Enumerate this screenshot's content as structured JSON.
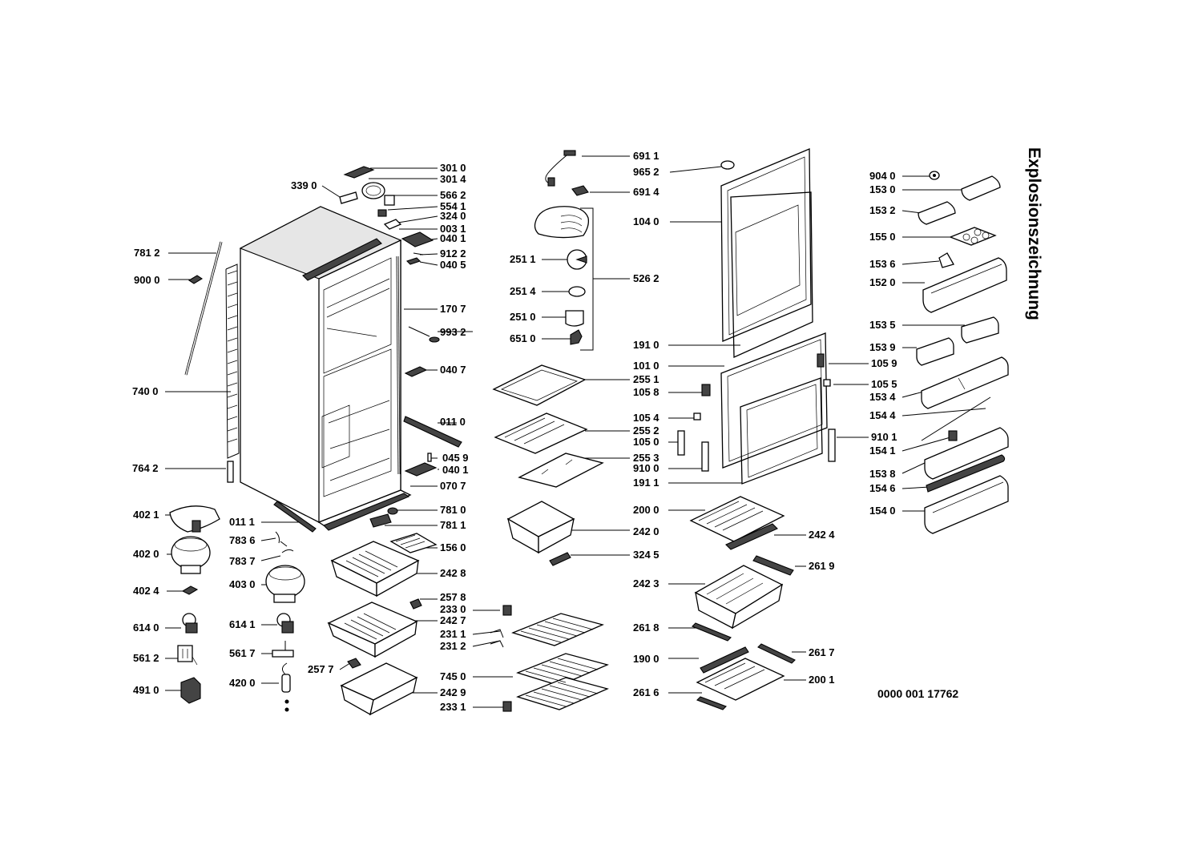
{
  "title": "Explosionszeichnung",
  "document_number": "0000 001 17762",
  "callouts": [
    {
      "id": "301 0"
    },
    {
      "id": "301 4"
    },
    {
      "id": "339 0"
    },
    {
      "id": "566 2"
    },
    {
      "id": "554 1"
    },
    {
      "id": "324 0"
    },
    {
      "id": "003 1"
    },
    {
      "id": "040 1"
    },
    {
      "id": "781 2"
    },
    {
      "id": "912 2"
    },
    {
      "id": "040 5"
    },
    {
      "id": "900 0"
    },
    {
      "id": "170 7"
    },
    {
      "id": "993 2"
    },
    {
      "id": "040 7"
    },
    {
      "id": "740 0"
    },
    {
      "id": "011 0"
    },
    {
      "id": "045 9"
    },
    {
      "id": "040 1"
    },
    {
      "id": "764 2"
    },
    {
      "id": "070 7"
    },
    {
      "id": "402 1"
    },
    {
      "id": "781 0"
    },
    {
      "id": "011 1"
    },
    {
      "id": "781 1"
    },
    {
      "id": "783 6"
    },
    {
      "id": "156 0"
    },
    {
      "id": "402 0"
    },
    {
      "id": "783 7"
    },
    {
      "id": "242 8"
    },
    {
      "id": "403 0"
    },
    {
      "id": "402 4"
    },
    {
      "id": "257 8"
    },
    {
      "id": "233 0"
    },
    {
      "id": "614 0"
    },
    {
      "id": "614 1"
    },
    {
      "id": "242 7"
    },
    {
      "id": "231 1"
    },
    {
      "id": "231 2"
    },
    {
      "id": "561 2"
    },
    {
      "id": "561 7"
    },
    {
      "id": "257 7"
    },
    {
      "id": "745 0"
    },
    {
      "id": "491 0"
    },
    {
      "id": "420 0"
    },
    {
      "id": "242 9"
    },
    {
      "id": "233 1"
    },
    {
      "id": "691 1"
    },
    {
      "id": "965 2"
    },
    {
      "id": "691 4"
    },
    {
      "id": "104 0"
    },
    {
      "id": "251 1"
    },
    {
      "id": "526 2"
    },
    {
      "id": "251 4"
    },
    {
      "id": "251 0"
    },
    {
      "id": "651 0"
    },
    {
      "id": "191 0"
    },
    {
      "id": "101 0"
    },
    {
      "id": "255 1"
    },
    {
      "id": "105 8"
    },
    {
      "id": "105 4"
    },
    {
      "id": "255 2"
    },
    {
      "id": "105 0"
    },
    {
      "id": "255 3"
    },
    {
      "id": "910 0"
    },
    {
      "id": "191 1"
    },
    {
      "id": "200 0"
    },
    {
      "id": "242 0"
    },
    {
      "id": "242 4"
    },
    {
      "id": "324 5"
    },
    {
      "id": "261 9"
    },
    {
      "id": "242 3"
    },
    {
      "id": "261 8"
    },
    {
      "id": "261 7"
    },
    {
      "id": "190 0"
    },
    {
      "id": "200 1"
    },
    {
      "id": "261 6"
    },
    {
      "id": "904 0"
    },
    {
      "id": "153 0"
    },
    {
      "id": "153 2"
    },
    {
      "id": "155 0"
    },
    {
      "id": "153 6"
    },
    {
      "id": "152 0"
    },
    {
      "id": "153 5"
    },
    {
      "id": "153 9"
    },
    {
      "id": "105 9"
    },
    {
      "id": "105 5"
    },
    {
      "id": "153 4"
    },
    {
      "id": "154 4"
    },
    {
      "id": "910 1"
    },
    {
      "id": "154 1"
    },
    {
      "id": "153 8"
    },
    {
      "id": "154 6"
    },
    {
      "id": "154 0"
    }
  ]
}
